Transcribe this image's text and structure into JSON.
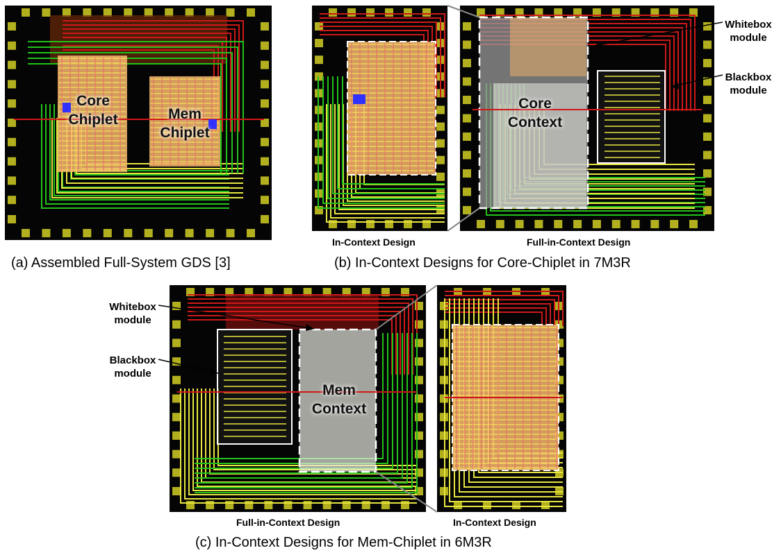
{
  "panel_a": {
    "core_label": [
      "Core",
      "Chiplet"
    ],
    "mem_label": [
      "Mem",
      "Chiplet"
    ],
    "caption": "(a) Assembled Full-System GDS [3]"
  },
  "panel_b": {
    "left_label": "In-Context Design",
    "right_label": "Full-in-Context Design",
    "context_label": [
      "Core",
      "Context"
    ],
    "whitebox_label": [
      "Whitebox",
      "module"
    ],
    "blackbox_label": [
      "Blackbox",
      "module"
    ],
    "caption": "(b) In-Context Designs for Core-Chiplet in 7M3R"
  },
  "panel_c": {
    "left_label": "Full-in-Context Design",
    "right_label": "In-Context Design",
    "context_label": [
      "Mem",
      "Context"
    ],
    "whitebox_label": [
      "Whitebox",
      "module"
    ],
    "blackbox_label": [
      "Blackbox",
      "module"
    ],
    "caption": "(c) In-Context Designs for Mem-Chiplet in 6M3R"
  },
  "colors": {
    "die_bg": "#050505",
    "pad": "#b3b01f",
    "wire_red": "#d01818",
    "wire_green": "#22c41a",
    "wire_yellow": "#e8e640",
    "chiplet_fill": "#f2b36a",
    "context_fill": "#e8e8e0"
  }
}
